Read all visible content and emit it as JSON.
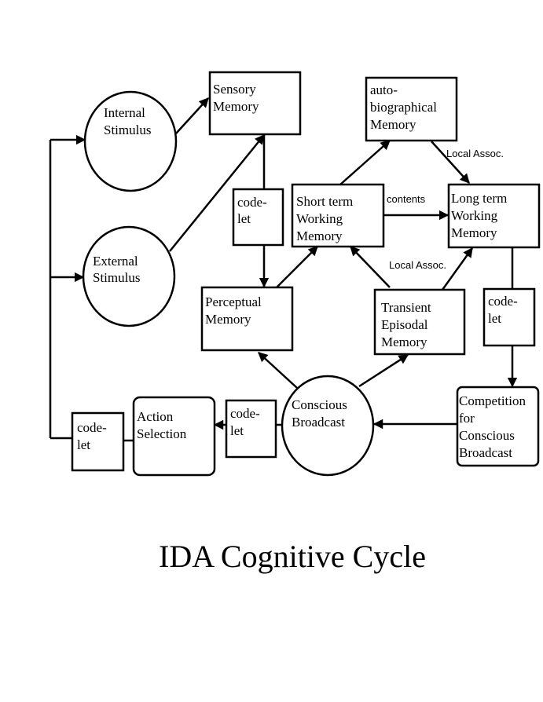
{
  "title": "IDA Cognitive Cycle",
  "nodes": {
    "internal_stimulus": [
      "Internal",
      "Stimulus"
    ],
    "external_stimulus": [
      "External",
      "Stimulus"
    ],
    "sensory_memory": [
      "Sensory",
      "Memory"
    ],
    "codelet_sensory": [
      "code-",
      "let"
    ],
    "short_term_memory": [
      "Short term",
      "Working",
      "Memory"
    ],
    "autobiographical_memory": [
      "auto-",
      "biographical",
      "Memory"
    ],
    "long_term_memory": [
      "Long term",
      "Working",
      "Memory"
    ],
    "perceptual_memory": [
      "Perceptual",
      "Memory"
    ],
    "transient_episodic_memory": [
      "Transient",
      "Episodal",
      "Memory"
    ],
    "codelet_longterm": [
      "code-",
      "let"
    ],
    "competition": [
      "Competition",
      "for",
      "Conscious",
      "Broadcast"
    ],
    "conscious_broadcast": [
      "Conscious",
      "Broadcast"
    ],
    "codelet_broadcast": [
      "code-",
      "let"
    ],
    "action_selection": [
      "Action",
      "Selection"
    ],
    "codelet_action": [
      "code-",
      "let"
    ]
  },
  "edge_labels": {
    "contents": "contents",
    "local_assoc_top": "Local Assoc.",
    "local_assoc_bottom": "Local Assoc."
  }
}
